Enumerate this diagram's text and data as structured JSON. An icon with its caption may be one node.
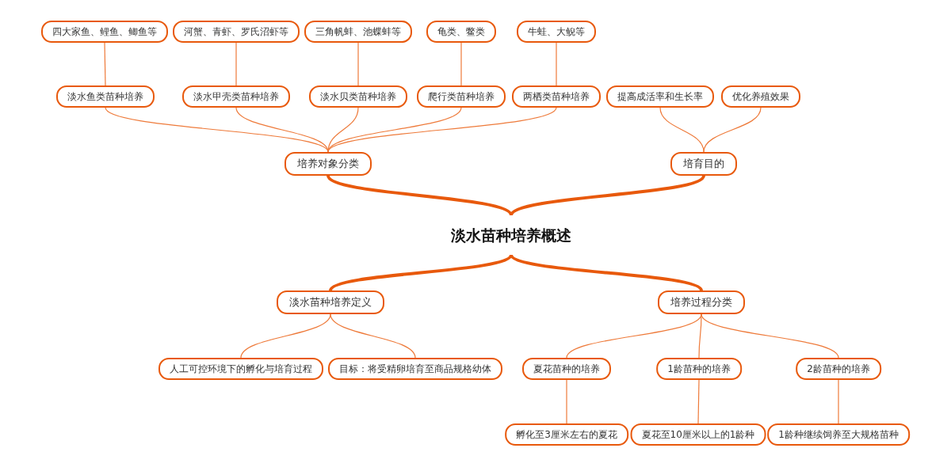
{
  "diagram": {
    "nodes": [
      {
        "text": [
          "淡水苗种培养概述"
        ]
      },
      {
        "text": [
          "培养对象分类"
        ]
      },
      {
        "text": [
          "培育目的"
        ]
      },
      {
        "text": [
          "淡水苗种培养定义"
        ]
      },
      {
        "text": [
          "培养过程分类"
        ]
      },
      {
        "text": [
          "淡水鱼类苗种培养"
        ]
      },
      {
        "text": [
          "淡水甲壳类苗种培养"
        ]
      },
      {
        "text": [
          "淡水贝类苗种培养"
        ]
      },
      {
        "text": [
          "爬行类苗种培养"
        ]
      },
      {
        "text": [
          "两栖类苗种培养"
        ]
      },
      {
        "text": [
          "提高成活率和生长率"
        ]
      },
      {
        "text": [
          "优化养殖效果"
        ]
      },
      {
        "text": [
          "四大家鱼、鲤鱼、鲫鱼等"
        ]
      },
      {
        "text": [
          "河蟹、青虾、罗氏沼虾等"
        ]
      },
      {
        "text": [
          "三角帆蚌、池蝶蚌等"
        ]
      },
      {
        "text": [
          "龟类、鳖类"
        ]
      },
      {
        "text": [
          "牛蛙、大鲵等"
        ]
      },
      {
        "text": [
          "人工可控环境下的孵化与培育过程"
        ]
      },
      {
        "text": [
          "目标：将受精卵培育至商品规格幼体"
        ]
      },
      {
        "text": [
          "夏花苗种的培养"
        ]
      },
      {
        "text": [
          "1龄苗种的培养"
        ]
      },
      {
        "text": [
          "2龄苗种的培养"
        ]
      },
      {
        "text": [
          "孵化至3厘米左右的夏花"
        ]
      },
      {
        "text": [
          "夏花至10厘米以上的1龄种"
        ]
      },
      {
        "text": [
          "1龄种继续饲养至大规格苗种"
        ]
      }
    ],
    "edges": [
      {
        "from": 0,
        "to": 1,
        "arrow": "none",
        "style": "thick"
      },
      {
        "from": 0,
        "to": 2,
        "arrow": "none",
        "style": "thick"
      },
      {
        "from": 0,
        "to": 3,
        "arrow": "none",
        "style": "thick"
      },
      {
        "from": 0,
        "to": 4,
        "arrow": "none",
        "style": "thick"
      },
      {
        "from": 1,
        "to": 5,
        "arrow": "none"
      },
      {
        "from": 1,
        "to": 6,
        "arrow": "none"
      },
      {
        "from": 1,
        "to": 7,
        "arrow": "none"
      },
      {
        "from": 1,
        "to": 8,
        "arrow": "none"
      },
      {
        "from": 1,
        "to": 9,
        "arrow": "none"
      },
      {
        "from": 2,
        "to": 10,
        "arrow": "none"
      },
      {
        "from": 2,
        "to": 11,
        "arrow": "none"
      },
      {
        "from": 5,
        "to": 12,
        "arrow": "none"
      },
      {
        "from": 6,
        "to": 13,
        "arrow": "none"
      },
      {
        "from": 7,
        "to": 14,
        "arrow": "none"
      },
      {
        "from": 8,
        "to": 15,
        "arrow": "none"
      },
      {
        "from": 9,
        "to": 16,
        "arrow": "none"
      },
      {
        "from": 3,
        "to": 17,
        "arrow": "none"
      },
      {
        "from": 3,
        "to": 18,
        "arrow": "none"
      },
      {
        "from": 4,
        "to": 19,
        "arrow": "none"
      },
      {
        "from": 4,
        "to": 20,
        "arrow": "none"
      },
      {
        "from": 4,
        "to": 21,
        "arrow": "none"
      },
      {
        "from": 19,
        "to": 22,
        "arrow": "none"
      },
      {
        "from": 20,
        "to": 23,
        "arrow": "none"
      },
      {
        "from": 21,
        "to": 24,
        "arrow": "none"
      }
    ]
  }
}
